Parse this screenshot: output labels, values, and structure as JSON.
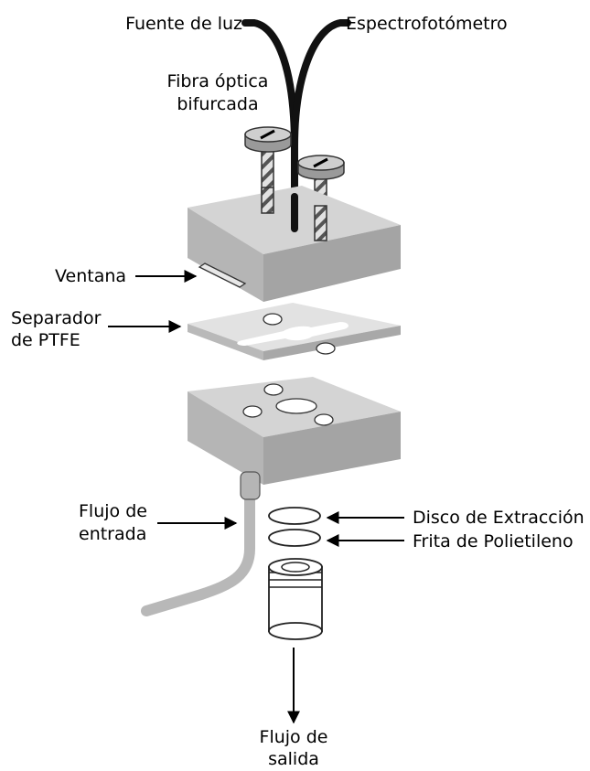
{
  "labels": {
    "light_source": "Fuente de luz",
    "spectrophotometer": "Espectrofotómetro",
    "fiber_line1": "Fibra óptica",
    "fiber_line2": "bifurcada",
    "window": "Ventana",
    "spacer_line1": "Separador",
    "spacer_line2": "de PTFE",
    "inflow_line1": "Flujo de",
    "inflow_line2": "entrada",
    "extraction_disk": "Disco de Extracción",
    "polyethylene_frit": "Frita de Polietileno",
    "outflow_line1": "Flujo de",
    "outflow_line2": "salida"
  },
  "colors": {
    "block_top": "#d4d4d4",
    "block_side_light": "#b4b4b4",
    "block_side_dark": "#a3a3a3",
    "tube": "#b8b8b8",
    "fiber": "#111111",
    "screw_stripe": "#555555"
  }
}
